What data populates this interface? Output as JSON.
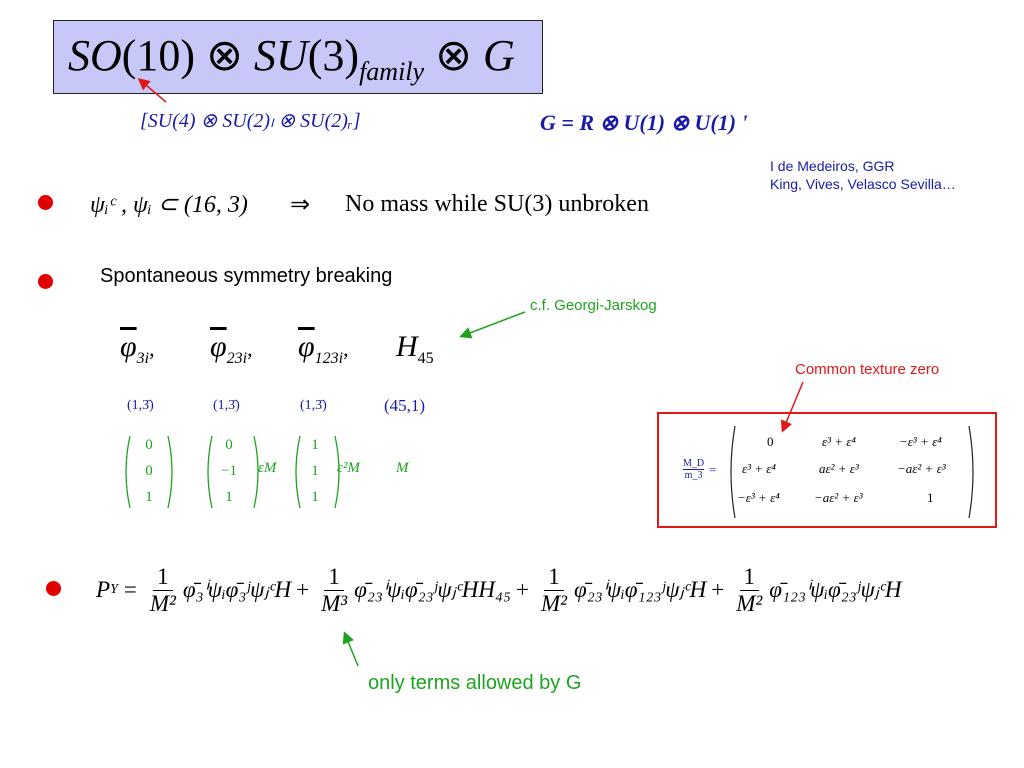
{
  "title": {
    "so": "SO",
    "so_arg": "(10)",
    "otimes1": "⊗",
    "su": "SU",
    "su_arg": "(3)",
    "family": "family",
    "otimes2": "⊗",
    "g": "G"
  },
  "subgroup": "[SU(4) ⊗ SU(2)ₗ ⊗ SU(2)ᵣ]",
  "g_def": "G = R ⊗ U(1) ⊗ U(1) '",
  "credits": {
    "line1": "I de Medeiros, GGR",
    "line2": "King, Vives, Velasco Sevilla…"
  },
  "bullet1": {
    "formula": "ψᵢᶜ , ψᵢ ⊂ (16, 3)",
    "implies": "⇒",
    "text": "No mass while SU(3) unbroken"
  },
  "bullet2": {
    "text": "Spontaneous symmetry breaking"
  },
  "annotations": {
    "georgi": "c.f. Georgi-Jarskog",
    "texture": "Common texture zero",
    "allowed": "only terms allowed by G"
  },
  "fields": [
    {
      "name": "φ",
      "sub": "3i",
      "sep": ",",
      "rep": "(1,3̄)",
      "vec": [
        "0",
        "0",
        "1"
      ],
      "factor": ""
    },
    {
      "name": "φ",
      "sub": "23i",
      "sep": ",",
      "rep": "(1,3̄)",
      "vec": [
        "0",
        "−1",
        "1"
      ],
      "factor": "εM"
    },
    {
      "name": "φ",
      "sub": "123i",
      "sep": ",",
      "rep": "(1,3̄)",
      "vec": [
        "1",
        "1",
        "1"
      ],
      "factor": "ε²M"
    },
    {
      "name": "H",
      "sub": "45",
      "sep": "",
      "rep": "(45,1)",
      "vec": [],
      "factor": "M"
    }
  ],
  "matrix": {
    "label_num": "M_D",
    "label_den": "m_3",
    "eq": "=",
    "rows": [
      [
        "0",
        "ε³ + ε⁴",
        "−ε³ + ε⁴"
      ],
      [
        "ε³ + ε⁴",
        "aε² + ε³",
        "−aε² + ε³"
      ],
      [
        "−ε³ + ε⁴",
        "−aε² + ε³",
        "1"
      ]
    ]
  },
  "py": {
    "lhs": "P",
    "lhs_sub": "Y",
    "eq": "=",
    "terms": [
      {
        "num": "1",
        "den": "M²",
        "body": "φ̄₃ⁱψᵢφ̄₃ʲψⱼᶜH",
        "plus": "+"
      },
      {
        "num": "1",
        "den": "M³",
        "body": "φ̄₂₃ⁱψᵢφ̄₂₃ʲψⱼᶜHH₄₅",
        "plus": "+"
      },
      {
        "num": "1",
        "den": "M²",
        "body": "φ̄₂₃ⁱψᵢφ̄₁₂₃ʲψⱼᶜH",
        "plus": "+"
      },
      {
        "num": "1",
        "den": "M²",
        "body": "φ̄₁₂₃ⁱψᵢφ̄₂₃ʲψⱼᶜH",
        "plus": ""
      }
    ]
  },
  "colors": {
    "title_bg": "#c8c8f8",
    "blue": "#1a1aa6",
    "green": "#1fa31f",
    "red": "#e01818"
  }
}
